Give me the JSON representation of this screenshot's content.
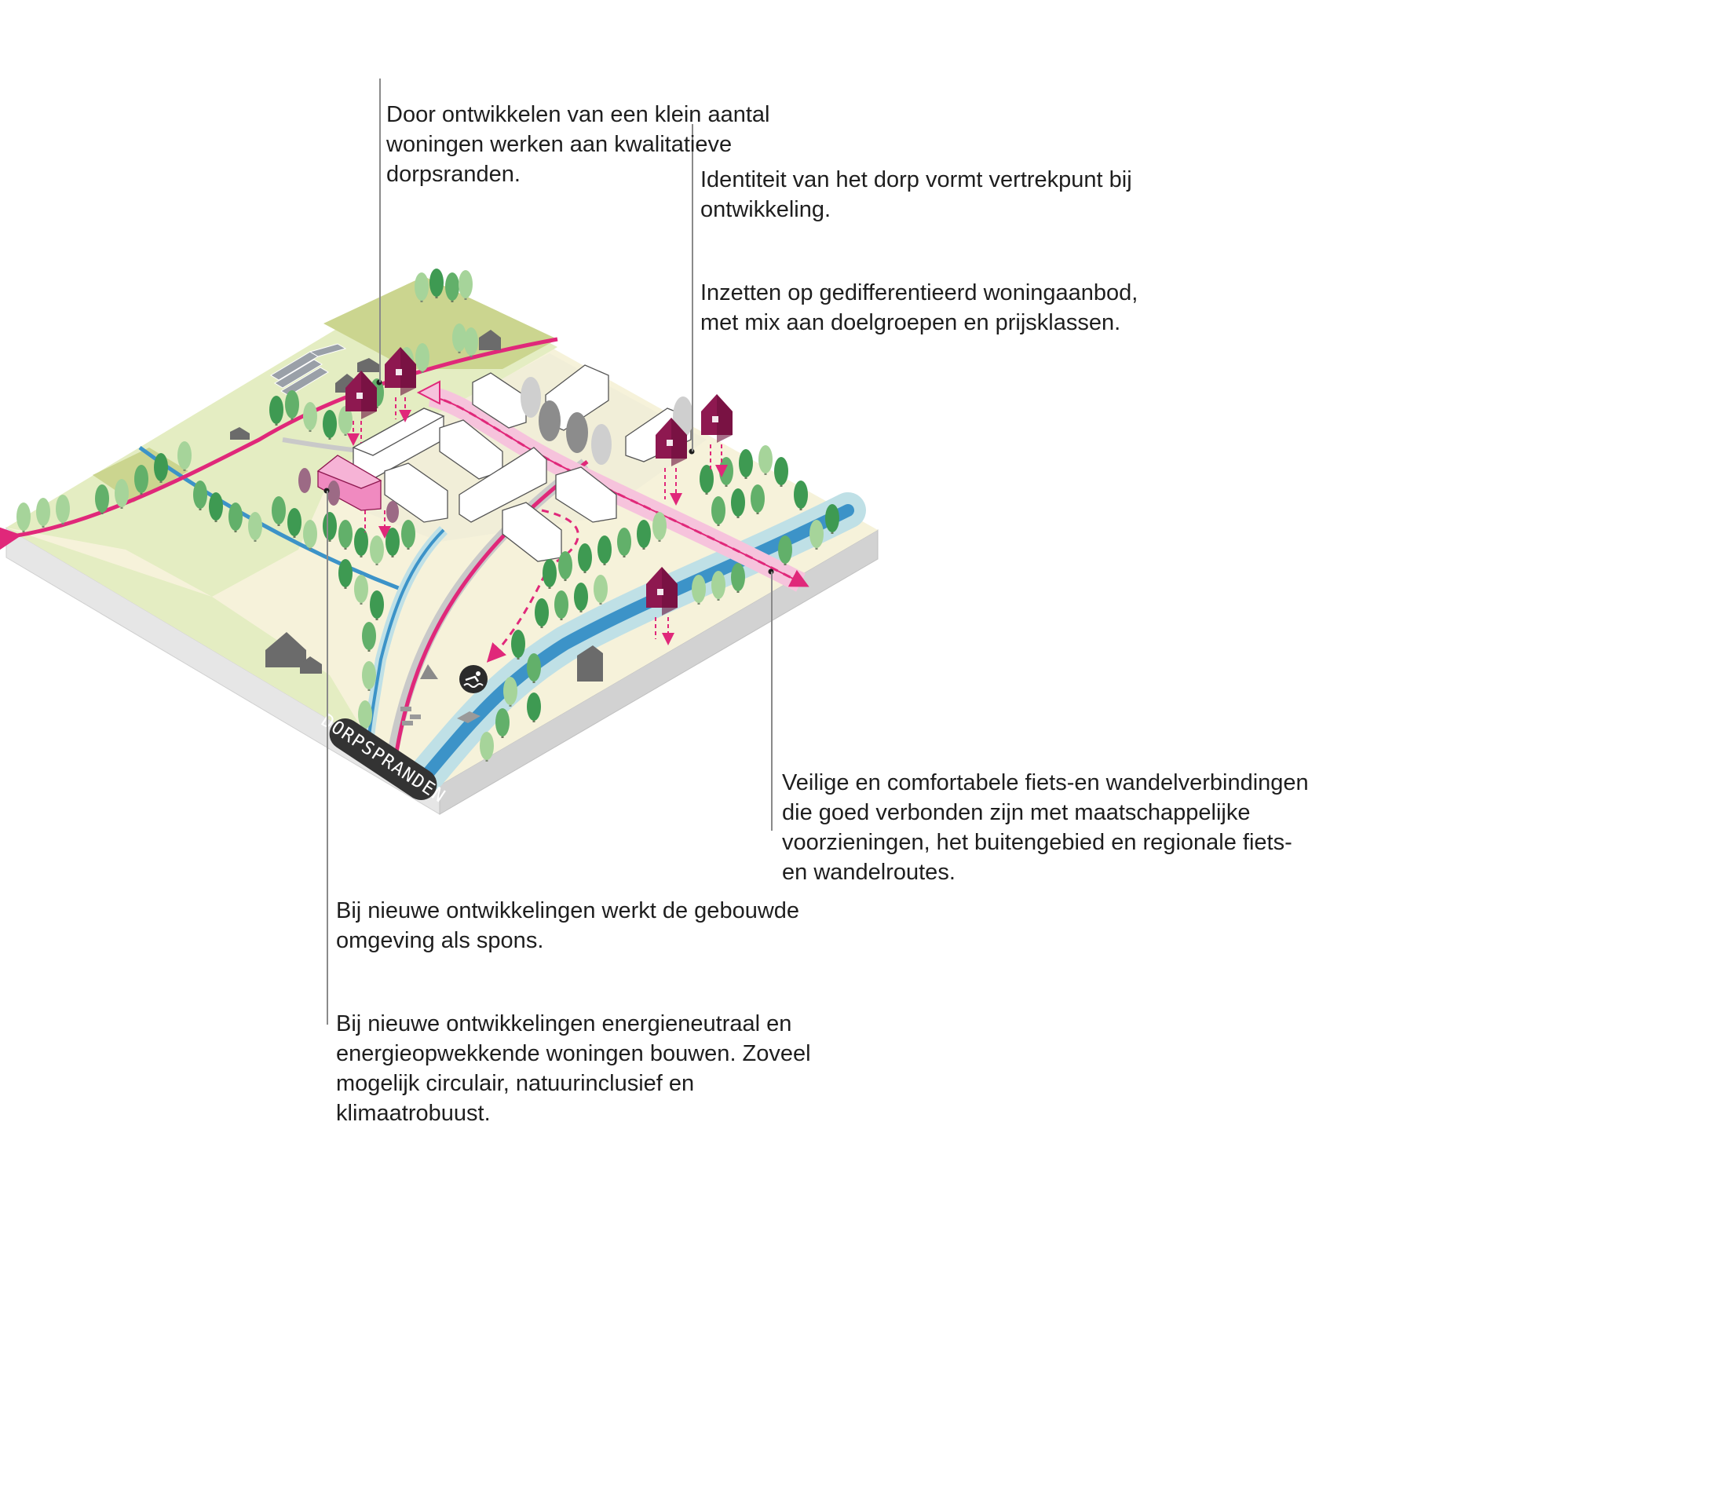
{
  "annotations": {
    "top_center": "Door ontwikkelen van een klein aantal\nwoningen werken aan kwalitatieve\ndorpsranden.",
    "top_right_1": "Identiteit van het dorp vormt vertrekpunt bij\nontwikkeling.",
    "top_right_2": "Inzetten op gedifferentieerd woningaanbod,\nmet mix aan doelgroepen en prijsklassen.",
    "right": "Veilige en comfortabele fiets-en wandelverbindingen\ndie goed verbonden zijn met maatschappelijke\nvoorzieningen, het buitengebied en regionale fiets-\nen wandelroutes.",
    "bottom_1": "Bij nieuwe ontwikkelingen werkt de gebouwde\nomgeving als spons.",
    "bottom_2": "Bij nieuwe ontwikkelingen energieneutraal en\nenergieopwekkende woningen bouwen. Zoveel\nmogelijk circulair, natuurinclusief en\nklimaatrobuust."
  },
  "label_badge": "DORPSPRANDEN",
  "icons": {
    "swim": "swimmer-icon"
  },
  "colors": {
    "route_pink": "#e0287a",
    "new_house": "#8e1850",
    "water": "#3c93c8",
    "field_light": "#e4edc2",
    "field_dark": "#cbd58f",
    "tree_green": "#3e9a52",
    "tree_light": "#a6d49a",
    "highlight_building": "#f08ac0",
    "badge": "#333333"
  }
}
